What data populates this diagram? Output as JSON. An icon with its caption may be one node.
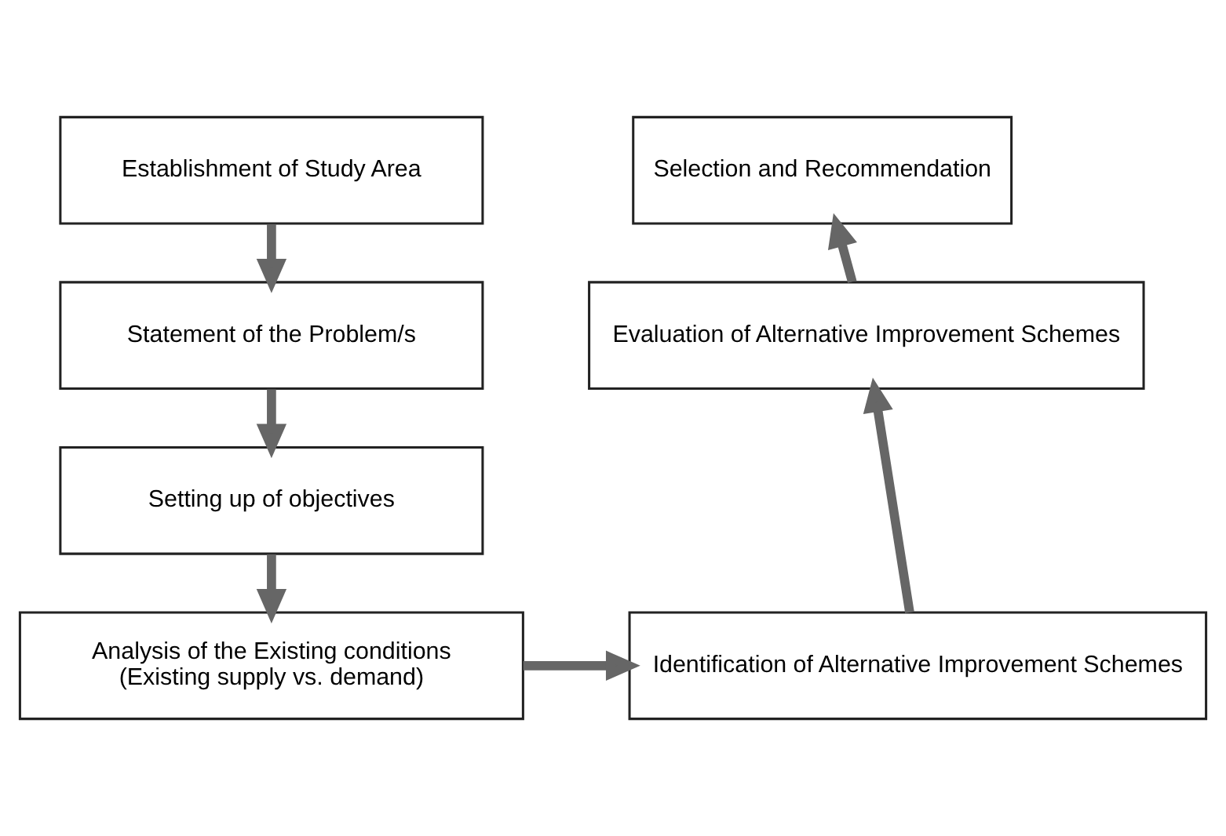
{
  "diagram": {
    "nodes": [
      {
        "text": [
          "Establishment of Study Area"
        ]
      },
      {
        "text": [
          "Statement of the Problem/s"
        ]
      },
      {
        "text": [
          "Setting up of objectives"
        ]
      },
      {
        "text": [
          "Analysis of the Existing conditions",
          "(Existing supply vs. demand)"
        ]
      },
      {
        "text": [
          "Identification of Alternative Improvement Schemes"
        ]
      },
      {
        "text": [
          "Evaluation of Alternative Improvement Schemes"
        ]
      },
      {
        "text": [
          "Selection and Recommendation"
        ]
      }
    ],
    "edges": [
      {
        "from": 0,
        "to": 1,
        "arrow": "to"
      },
      {
        "from": 1,
        "to": 2,
        "arrow": "to"
      },
      {
        "from": 2,
        "to": 3,
        "arrow": "to"
      },
      {
        "from": 3,
        "to": 4,
        "arrow": "to"
      },
      {
        "from": 4,
        "to": 5,
        "arrow": "to"
      },
      {
        "from": 5,
        "to": 6,
        "arrow": "to"
      }
    ]
  }
}
